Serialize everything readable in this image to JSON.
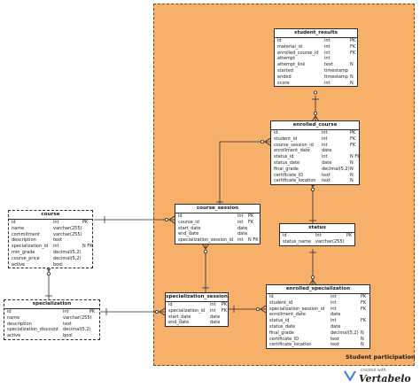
{
  "area": {
    "label": "Student participation",
    "fill": "#f7b06a"
  },
  "logo": {
    "small": "created with",
    "brand": "Vertabelo"
  },
  "entities": {
    "student_results": {
      "title": "student_results",
      "rows": [
        {
          "name": "id",
          "type": "int",
          "key": "PK"
        },
        {
          "name": "material_id",
          "type": "int",
          "key": "FK"
        },
        {
          "name": "enrolled_course_id",
          "type": "int",
          "key": "FK"
        },
        {
          "name": "attempt",
          "type": "int",
          "key": ""
        },
        {
          "name": "attempt_link",
          "type": "text",
          "key": "N"
        },
        {
          "name": "started",
          "type": "timestamp",
          "key": ""
        },
        {
          "name": "ended",
          "type": "timestamp",
          "key": "N"
        },
        {
          "name": "score",
          "type": "int",
          "key": "N"
        }
      ]
    },
    "enrolled_course": {
      "title": "enrolled_course",
      "rows": [
        {
          "name": "id",
          "type": "int",
          "key": "PK"
        },
        {
          "name": "student_id",
          "type": "int",
          "key": "FK"
        },
        {
          "name": "course_session_id",
          "type": "int",
          "key": "FK"
        },
        {
          "name": "enrollment_date",
          "type": "date",
          "key": ""
        },
        {
          "name": "status_id",
          "type": "int",
          "key": "N FK"
        },
        {
          "name": "status_date",
          "type": "date",
          "key": "N"
        },
        {
          "name": "final_grade",
          "type": "decimal(5,2)",
          "key": "N"
        },
        {
          "name": "certificate_ID",
          "type": "text",
          "key": "N"
        },
        {
          "name": "certificate_location",
          "type": "text",
          "key": "N"
        }
      ]
    },
    "course_session": {
      "title": "course_session",
      "rows": [
        {
          "name": "id",
          "type": "int",
          "key": "PK"
        },
        {
          "name": "course_id",
          "type": "int",
          "key": "FK"
        },
        {
          "name": "start_date",
          "type": "date",
          "key": ""
        },
        {
          "name": "end_date",
          "type": "date",
          "key": ""
        },
        {
          "name": "specialization_session_id",
          "type": "int",
          "key": "N FK"
        }
      ]
    },
    "status": {
      "title": "status",
      "rows": [
        {
          "name": "id",
          "type": "int",
          "key": "PK"
        },
        {
          "name": "status_name",
          "type": "varchar(255)",
          "key": ""
        }
      ]
    },
    "course": {
      "title": "course",
      "rows": [
        {
          "name": "id",
          "type": "int",
          "key": "PK"
        },
        {
          "name": "name",
          "type": "varchar(255)",
          "key": ""
        },
        {
          "name": "commitment",
          "type": "varchar(255)",
          "key": ""
        },
        {
          "name": "description",
          "type": "text",
          "key": ""
        },
        {
          "name": "specialization_id",
          "type": "int",
          "key": "N FK"
        },
        {
          "name": "min_grade",
          "type": "decimal(5,2)",
          "key": ""
        },
        {
          "name": "course_price",
          "type": "decimal(5,2)",
          "key": ""
        },
        {
          "name": "active",
          "type": "bool",
          "key": ""
        }
      ]
    },
    "specialization": {
      "title": "specialization",
      "rows": [
        {
          "name": "id",
          "type": "int",
          "key": "PK"
        },
        {
          "name": "name",
          "type": "varchar(255)",
          "key": ""
        },
        {
          "name": "description",
          "type": "text",
          "key": ""
        },
        {
          "name": "specialization_discount",
          "type": "decimal(5,2)",
          "key": ""
        },
        {
          "name": "active",
          "type": "bool",
          "key": ""
        }
      ]
    },
    "specialization_session": {
      "title": "specialization_session",
      "rows": [
        {
          "name": "id",
          "type": "int",
          "key": "PK"
        },
        {
          "name": "specialization_id",
          "type": "int",
          "key": "FK"
        },
        {
          "name": "start_date",
          "type": "date",
          "key": ""
        },
        {
          "name": "end_date",
          "type": "date",
          "key": ""
        }
      ]
    },
    "enrolled_specialization": {
      "title": "enrolled_specialization",
      "rows": [
        {
          "name": "id",
          "type": "int",
          "key": "PK"
        },
        {
          "name": "student_id",
          "type": "int",
          "key": "FK"
        },
        {
          "name": "specialization_session_id",
          "type": "int",
          "key": "FK"
        },
        {
          "name": "enrollment_date",
          "type": "date",
          "key": ""
        },
        {
          "name": "status_id",
          "type": "int",
          "key": "FK"
        },
        {
          "name": "status_date",
          "type": "date",
          "key": ""
        },
        {
          "name": "final_grade",
          "type": "decimal(5,2)",
          "key": "N"
        },
        {
          "name": "certificate_ID",
          "type": "text",
          "key": "N"
        },
        {
          "name": "certificate_location",
          "type": "text",
          "key": "N"
        }
      ]
    }
  }
}
